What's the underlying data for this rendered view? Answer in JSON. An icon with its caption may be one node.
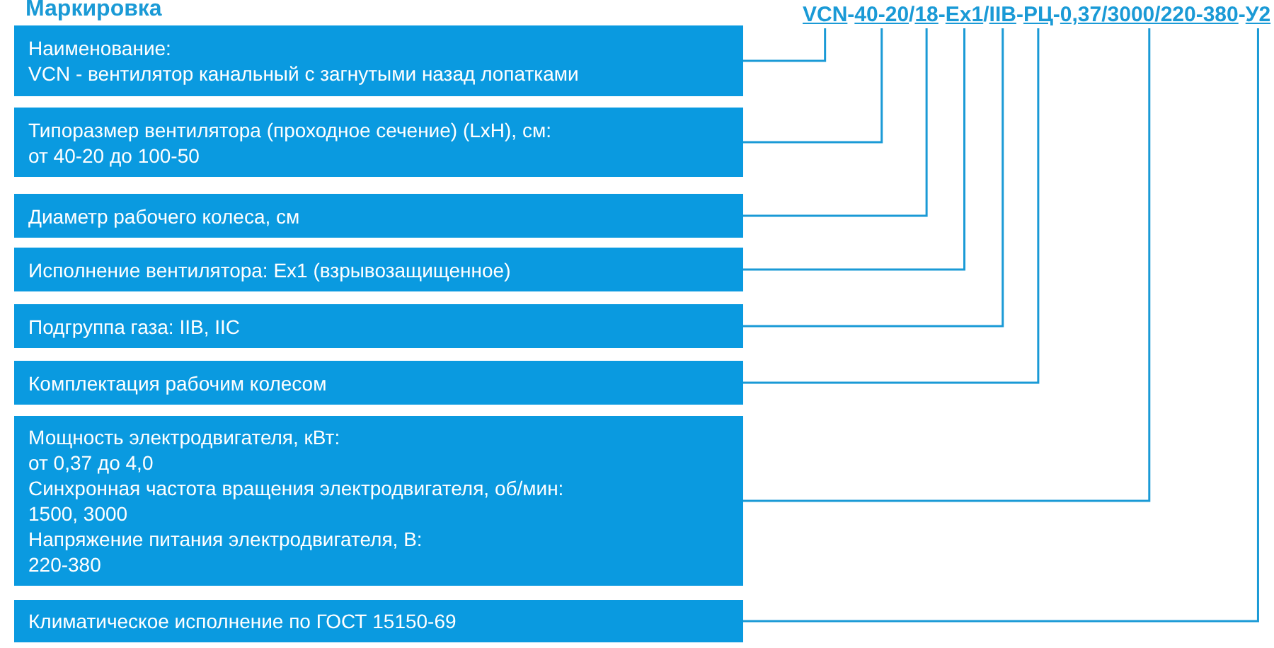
{
  "diagram": {
    "title": "Маркировка",
    "nodes": [
      {
        "text": [
          "Наименование:",
          "VCN - вентилятор канальный с загнутыми назад лопатками"
        ]
      },
      {
        "text": [
          "Типоразмер вентилятора (проходное сечение) (LxH), см:",
          "от 40-20 до 100-50"
        ]
      },
      {
        "text": [
          "Диаметр рабочего колеса, см"
        ]
      },
      {
        "text": [
          "Исполнение вентилятора: Ex1 (взрывозащищенное)"
        ]
      },
      {
        "text": [
          "Подгруппа газа: IIB, IIC"
        ]
      },
      {
        "text": [
          "Комплектация рабочим колесом"
        ]
      },
      {
        "text": [
          "Мощность электродвигателя, кВт:",
          "от 0,37 до 4,0",
          "Синхронная частота вращения электродвигателя, об/мин:",
          "1500, 3000",
          "Напряжение питания электродвигателя, В:",
          "220-380"
        ]
      },
      {
        "text": [
          "Климатическое исполнение по ГОСТ 15150-69"
        ]
      },
      {
        "text": [
          "VCN"
        ]
      },
      {
        "text": [
          "40-20"
        ]
      },
      {
        "text": [
          "18"
        ]
      },
      {
        "text": [
          "Ex1"
        ]
      },
      {
        "text": [
          "IIB"
        ]
      },
      {
        "text": [
          "РЦ"
        ]
      },
      {
        "text": [
          "0,37/3000/220-380"
        ]
      },
      {
        "text": [
          "У2"
        ]
      }
    ],
    "edges": [
      {
        "from": 8,
        "to": 0,
        "arrow": "none"
      },
      {
        "from": 9,
        "to": 1,
        "arrow": "none"
      },
      {
        "from": 10,
        "to": 2,
        "arrow": "none"
      },
      {
        "from": 11,
        "to": 3,
        "arrow": "none"
      },
      {
        "from": 12,
        "to": 4,
        "arrow": "none"
      },
      {
        "from": 13,
        "to": 5,
        "arrow": "none"
      },
      {
        "from": 14,
        "to": 6,
        "arrow": "none"
      },
      {
        "from": 15,
        "to": 7,
        "arrow": "none"
      }
    ],
    "labels": [
      "-",
      "/",
      "-",
      "/",
      "-",
      "-",
      "-"
    ]
  }
}
